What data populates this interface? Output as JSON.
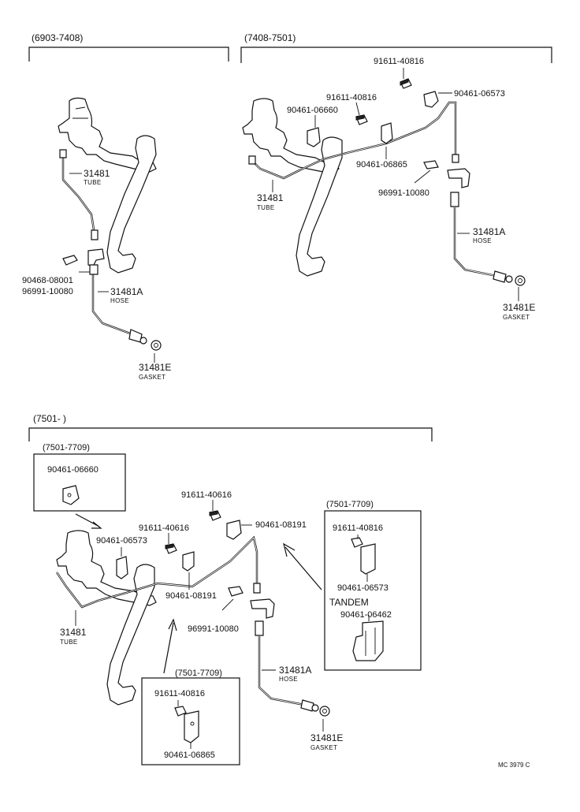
{
  "sections": {
    "s1": {
      "range": "(6903-7408)",
      "tube_pn": "31481",
      "tube_name": "TUBE",
      "clip_pn_a": "90468-08001",
      "clip_pn_b": "96991-10080",
      "hose_pn": "31481A",
      "hose_name": "HOSE",
      "gasket_pn": "31481E",
      "gasket_name": "GASKET"
    },
    "s2": {
      "range": "(7408-7501)",
      "bolt_top": "91611-40816",
      "bracket_top": "90461-06573",
      "bolt_mid": "91611-40816",
      "bracket_left": "90461-06660",
      "bracket_mid": "90461-06865",
      "tube_pn": "31481",
      "tube_name": "TUBE",
      "clip_pn": "96991-10080",
      "hose_pn": "31481A",
      "hose_name": "HOSE",
      "gasket_pn": "31481E",
      "gasket_name": "GASKET"
    },
    "s3": {
      "range": "(7501-        )",
      "inset_a_range": "(7501-7709)",
      "inset_a_pn": "90461-06660",
      "bracket_left": "90461-06573",
      "bolt_left": "91611-40616",
      "bolt_mid": "91611-40616",
      "bracket_mid": "90461-08191",
      "bracket_lower": "90461-08191",
      "clip_pn": "96991-10080",
      "tube_pn": "31481",
      "tube_name": "TUBE",
      "hose_pn": "31481A",
      "hose_name": "HOSE",
      "gasket_pn": "31481E",
      "gasket_name": "GASKET",
      "inset_b_range": "(7501-7709)",
      "inset_b_bolt": "91611-40816",
      "inset_b_bracket": "90461-06865",
      "inset_c_range": "(7501-7709)",
      "inset_c_bolt": "91611-40816",
      "inset_c_bracket": "90461-06573",
      "inset_c_tandem": "TANDEM",
      "inset_c_bracket2": "90461-06462"
    }
  },
  "footer": {
    "code": "MC 3979 C"
  }
}
